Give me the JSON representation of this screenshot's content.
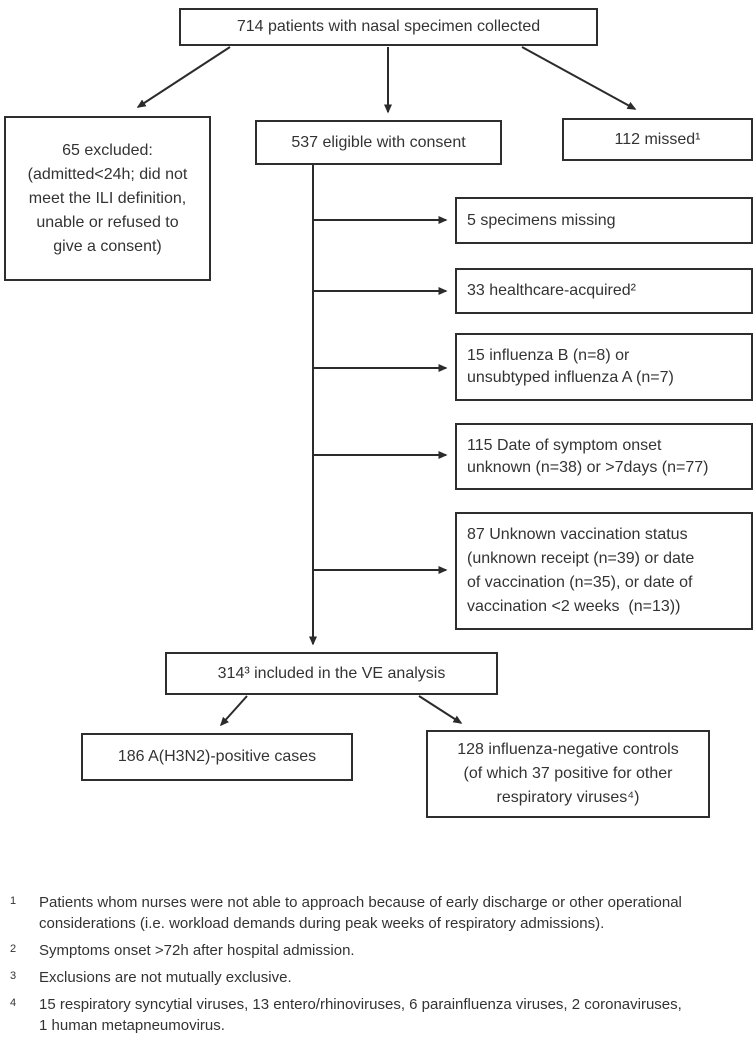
{
  "figure": {
    "type": "patient-flow-diagram",
    "colors": {
      "line": "#2b2b2b",
      "border": "#2e2e2e",
      "text": "#333333",
      "background": "#ffffff"
    },
    "nodes": {
      "collected": {
        "text": "714 patients with nasal specimen collected"
      },
      "excluded": {
        "lines": [
          "65 excluded:",
          "(admitted<24h; did not",
          "meet the ILI definition,",
          "unable or refused to",
          "give a consent)"
        ]
      },
      "eligible": {
        "text": "537 eligible with consent"
      },
      "missed": {
        "text": "112 missed¹"
      },
      "specimens_missing": {
        "text": "5 specimens missing"
      },
      "healthcare_acquired": {
        "text": "33 healthcare-acquired²"
      },
      "influenza_b_or_unsubtyped": {
        "lines": [
          "15 influenza B (n=8) or",
          "unsubtyped influenza A (n=7)"
        ]
      },
      "symptom_onset": {
        "lines": [
          "115 Date of symptom onset",
          "unknown (n=38) or >7days (n=77)"
        ]
      },
      "unknown_vaccination": {
        "lines": [
          "87 Unknown vaccination status",
          "(unknown receipt (n=39) or date",
          "of vaccination (n=35), or date of",
          "vaccination <2 weeks  (n=13))"
        ]
      },
      "ve_analysis": {
        "text": "314³ included in the VE analysis"
      },
      "positive_cases": {
        "text": "186 A(H3N2)-positive cases"
      },
      "negative_controls": {
        "lines": [
          "128 influenza-negative controls",
          "(of which 37 positive for other",
          "respiratory viruses⁴)"
        ]
      }
    },
    "footnotes": [
      {
        "marker": "1",
        "lines": [
          "Patients whom nurses were not able to approach because of early discharge or other operational",
          "considerations (i.e. workload demands during peak weeks of respiratory admissions)."
        ]
      },
      {
        "marker": "2",
        "lines": [
          "Symptoms onset >72h after hospital admission."
        ]
      },
      {
        "marker": "3",
        "lines": [
          "Exclusions are not mutually exclusive."
        ]
      },
      {
        "marker": "4",
        "lines": [
          "15 respiratory syncytial viruses, 13 entero/rhinoviruses, 6 parainfluenza viruses, 2 coronaviruses,",
          "1 human metapneumovirus."
        ]
      }
    ]
  }
}
